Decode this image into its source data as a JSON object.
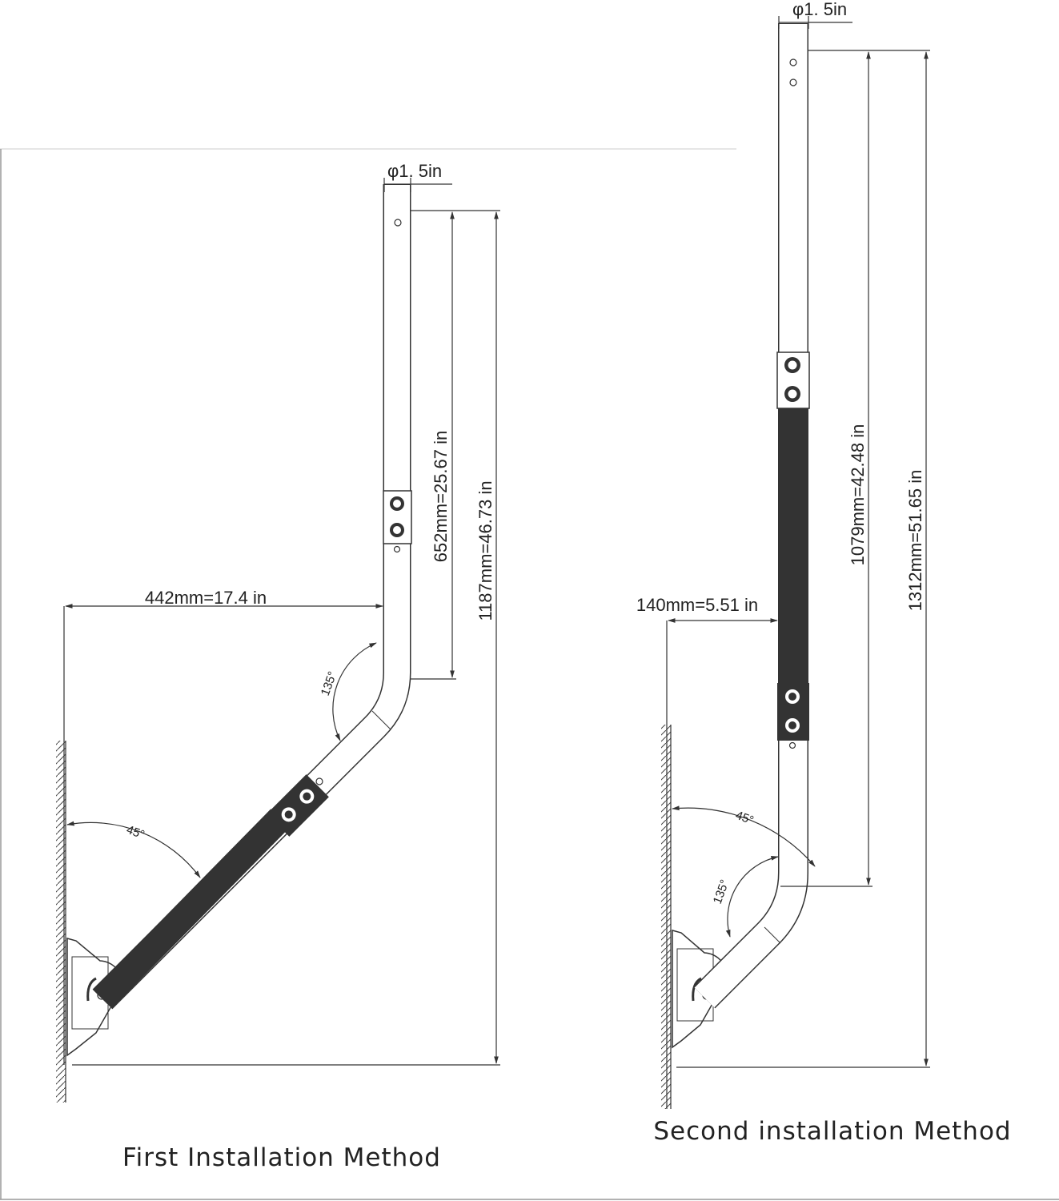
{
  "first_method": {
    "caption": "First Installation Method",
    "diameter": "φ1. 5in",
    "upper_length": "652mm=25.67 in",
    "total_height": "1187mm=46.73 in",
    "offset": "442mm=17.4 in",
    "bend_angle": "135°",
    "wall_angle": "45°"
  },
  "second_method": {
    "caption": "Second installation Method",
    "diameter": "φ1. 5in",
    "upper_length": "1079mm=42.48 in",
    "total_height": "1312mm=51.65 in",
    "offset": "140mm=5.51 in",
    "bend_angle": "135°",
    "wall_angle": "45°"
  },
  "colors": {
    "tube_dark": "#333333",
    "line": "#333333"
  }
}
